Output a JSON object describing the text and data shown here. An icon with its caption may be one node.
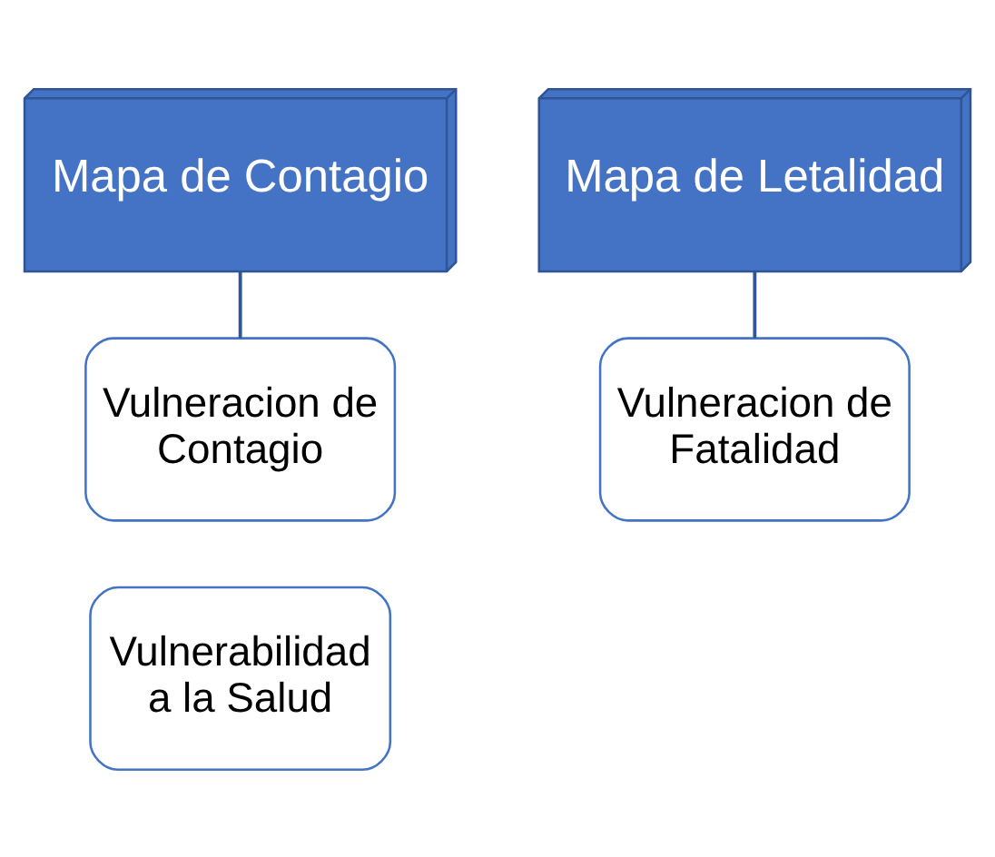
{
  "diagram": {
    "nodes": [
      {
        "text": [
          "Mapa de Contagio"
        ]
      },
      {
        "text": [
          "Vulneracion de Contagio"
        ]
      },
      {
        "text": [
          "Mapa de Letalidad"
        ]
      },
      {
        "text": [
          "Vulneracion de Fatalidad"
        ]
      },
      {
        "text": [
          "Vulnerabilidad a la Salud"
        ]
      }
    ],
    "edges": [
      {
        "from": 0,
        "to": 1,
        "arrow": "none"
      },
      {
        "from": 2,
        "to": 3,
        "arrow": "none"
      }
    ]
  }
}
